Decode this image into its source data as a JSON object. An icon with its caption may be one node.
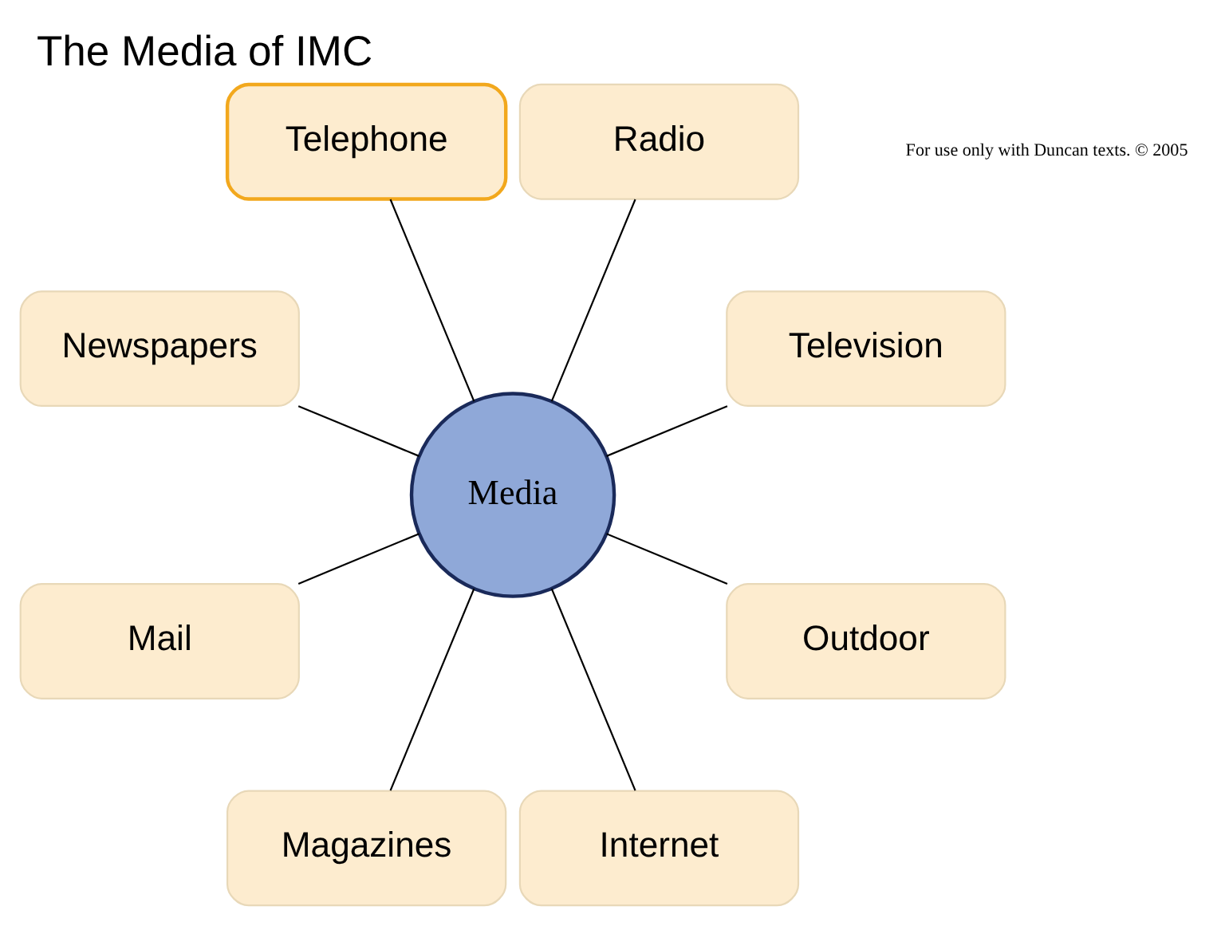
{
  "diagram": {
    "title": "The Media of IMC",
    "nodes": [
      {
        "text": [
          "Media"
        ]
      },
      {
        "text": [
          "Television"
        ]
      },
      {
        "text": [
          "Radio"
        ]
      },
      {
        "text": [
          "Telephone"
        ]
      },
      {
        "text": [
          "Newspapers"
        ]
      },
      {
        "text": [
          "Mail"
        ]
      },
      {
        "text": [
          "Magazines"
        ]
      },
      {
        "text": [
          "Internet"
        ]
      },
      {
        "text": [
          "Outdoor"
        ]
      }
    ],
    "edges": [
      {
        "from": 0,
        "to": 1,
        "arrow": "none"
      },
      {
        "from": 0,
        "to": 2,
        "arrow": "none"
      },
      {
        "from": 0,
        "to": 3,
        "arrow": "none"
      },
      {
        "from": 0,
        "to": 4,
        "arrow": "none"
      },
      {
        "from": 0,
        "to": 5,
        "arrow": "none"
      },
      {
        "from": 0,
        "to": 6,
        "arrow": "none"
      },
      {
        "from": 0,
        "to": 7,
        "arrow": "none"
      },
      {
        "from": 0,
        "to": 8,
        "arrow": "none"
      }
    ],
    "labels": [
      "For use only with Duncan texts. © 2005"
    ]
  }
}
